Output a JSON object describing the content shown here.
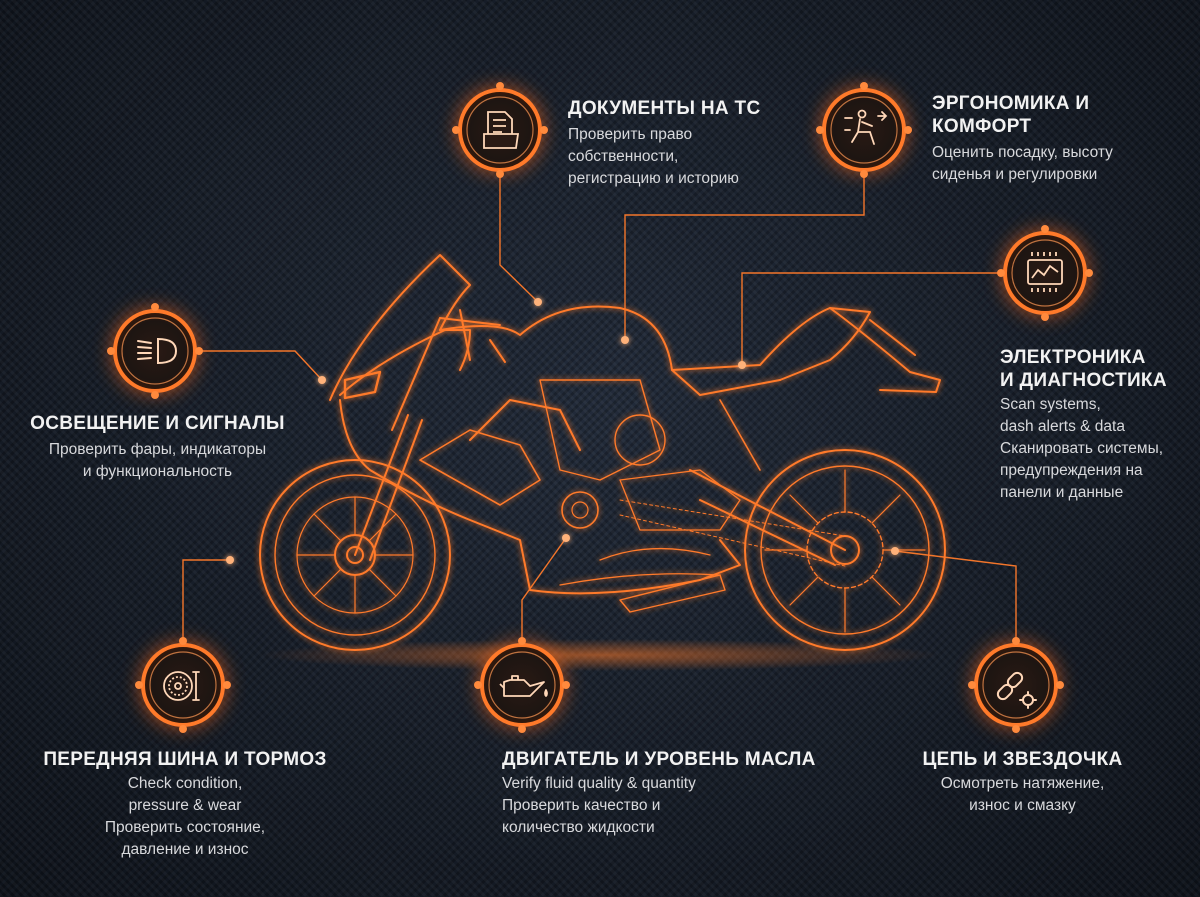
{
  "accent": "#ff6a1a",
  "glow": "#ff8a3d",
  "nodes": [
    {
      "id": "documents",
      "icon": "document-folder-icon",
      "title": [
        "ДОКУМЕНТЫ НА ТС"
      ],
      "lines": [
        "Проверить право",
        "собственности,",
        "регистрацию и историю"
      ]
    },
    {
      "id": "ergonomics",
      "icon": "seated-rider-icon",
      "title": [
        "ЭРГОНОМИКА И",
        "КОМФОРТ"
      ],
      "lines": [
        "Оценить посадку, высоту",
        "сиденья и регулировки"
      ]
    },
    {
      "id": "electronics",
      "icon": "diagnostic-screen-icon",
      "title": [
        "ЭЛЕКТРОНИКА",
        "И ДИАГНОСТИКА"
      ],
      "lines": [
        "Scan systems,",
        "dash alerts & data",
        "Сканировать системы,",
        "предупреждения на",
        "панели и данные"
      ]
    },
    {
      "id": "lighting",
      "icon": "headlight-icon",
      "title": [
        "ОСВЕЩЕНИЕ И СИГНАЛЫ"
      ],
      "lines": [
        "Проверить фары, индикаторы",
        "и функциональность"
      ]
    },
    {
      "id": "front-tire",
      "icon": "tire-wrench-icon",
      "title": [
        "ПЕРЕДНЯЯ ШИНА И ТОРМОЗ"
      ],
      "lines": [
        "Check condition,",
        "pressure & wear",
        "Проверить состояние,",
        "давление и износ"
      ]
    },
    {
      "id": "engine-oil",
      "icon": "oil-can-icon",
      "title": [
        "ДВИГАТЕЛЬ И УРОВЕНЬ МАСЛА"
      ],
      "lines": [
        "Verify fluid quality & quantity",
        "Проверить качество и",
        "количество жидкости"
      ]
    },
    {
      "id": "chain",
      "icon": "chain-gear-icon",
      "title": [
        "ЦЕПЬ И ЗВЕЗДОЧКА"
      ],
      "lines": [
        "Осмотреть натяжение,",
        "износ и смазку"
      ]
    }
  ]
}
